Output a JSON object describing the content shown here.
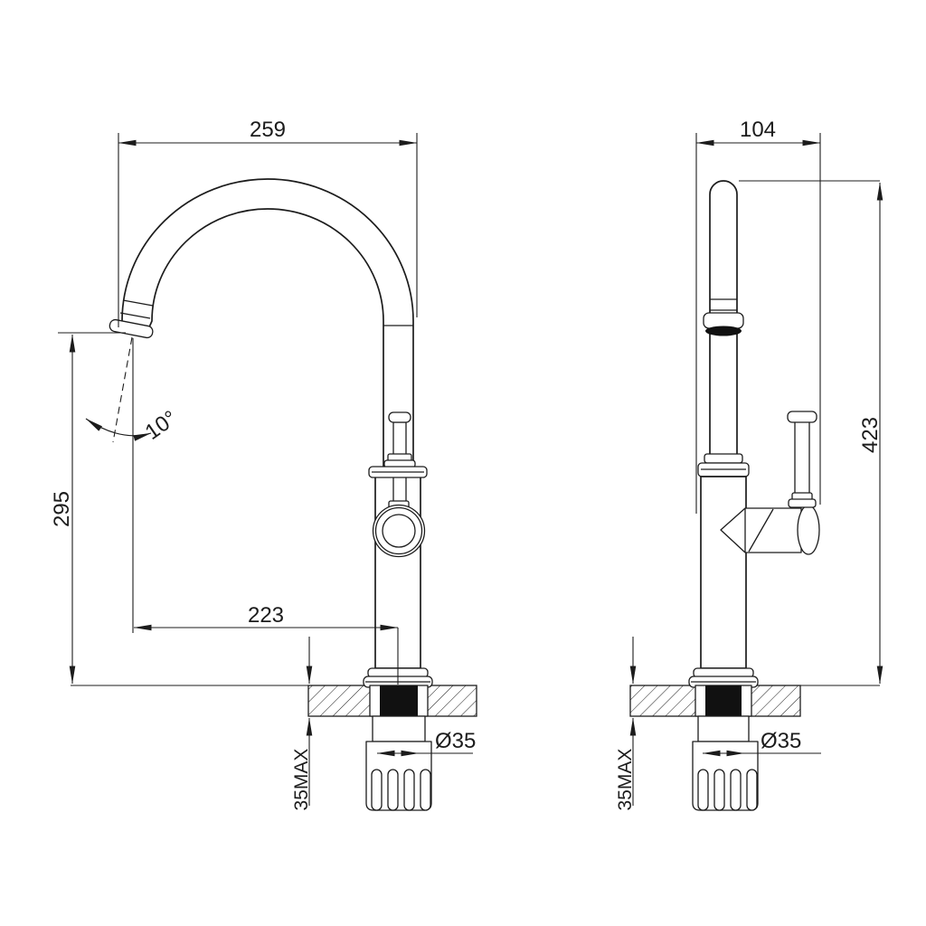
{
  "drawing": {
    "kind": "faucet-technical-drawing",
    "background": "#ffffff",
    "line_color": "#1c1c1c"
  },
  "views": {
    "side": {
      "label": "side-view",
      "dims": {
        "spout_reach": "259",
        "spout_height": "295",
        "spout_angle": "10°",
        "center_reach": "223",
        "deck_max": "35MAX",
        "hole_dia": "Ø35"
      }
    },
    "front": {
      "label": "front-view",
      "dims": {
        "width": "104",
        "height": "423",
        "deck_max": "35MAX",
        "hole_dia": "Ø35"
      }
    }
  }
}
